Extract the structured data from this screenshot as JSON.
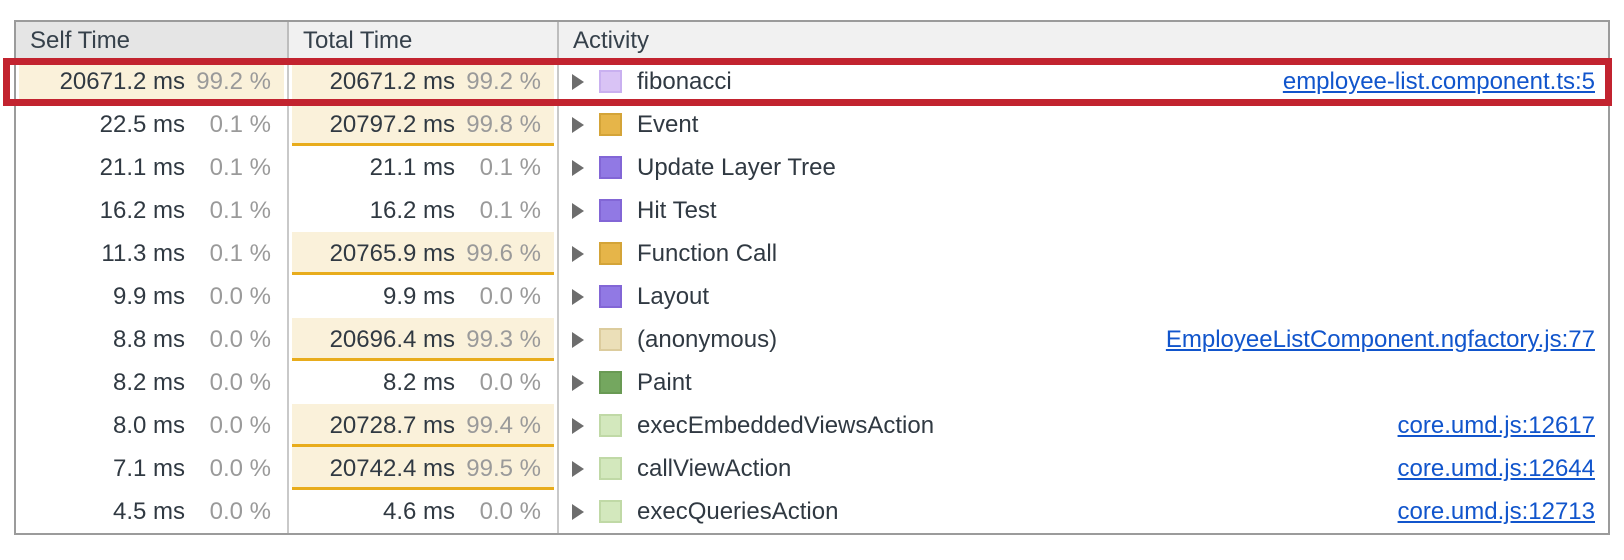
{
  "header": {
    "self_time": "Self Time",
    "total_time": "Total Time",
    "activity": "Activity"
  },
  "colors": {
    "annotation_red": "#c2232f",
    "highlight_bg": "#faf1da",
    "highlight_border": "#e8ac1c",
    "link_blue": "#1155cc",
    "header_bg": "#f1f1f1",
    "sorted_header_bg": "#e5e5e5"
  },
  "rows": [
    {
      "self_time": "20671.2 ms",
      "self_pct": "99.2 %",
      "self_hl": true,
      "total_time": "20671.2 ms",
      "total_pct": "99.2 %",
      "total_hl": true,
      "activity": "fibonacci",
      "link": "employee-list.component.ts:5",
      "icon_bg": "#d9c3f5",
      "icon_border": "#c9b0f0",
      "icon_dotted": true,
      "annotated": true
    },
    {
      "self_time": "22.5 ms",
      "self_pct": "0.1 %",
      "self_hl": false,
      "total_time": "20797.2 ms",
      "total_pct": "99.8 %",
      "total_hl": true,
      "activity": "Event",
      "link": "",
      "icon_bg": "#e6b549",
      "icon_border": "#d4a438",
      "icon_dotted": true,
      "annotated": false
    },
    {
      "self_time": "21.1 ms",
      "self_pct": "0.1 %",
      "self_hl": false,
      "total_time": "21.1 ms",
      "total_pct": "0.1 %",
      "total_hl": false,
      "activity": "Update Layer Tree",
      "link": "",
      "icon_bg": "#9179e4",
      "icon_border": "#8266d6",
      "icon_dotted": false,
      "annotated": false
    },
    {
      "self_time": "16.2 ms",
      "self_pct": "0.1 %",
      "self_hl": false,
      "total_time": "16.2 ms",
      "total_pct": "0.1 %",
      "total_hl": false,
      "activity": "Hit Test",
      "link": "",
      "icon_bg": "#9179e4",
      "icon_border": "#8266d6",
      "icon_dotted": false,
      "annotated": false
    },
    {
      "self_time": "11.3 ms",
      "self_pct": "0.1 %",
      "self_hl": false,
      "total_time": "20765.9 ms",
      "total_pct": "99.6 %",
      "total_hl": true,
      "activity": "Function Call",
      "link": "",
      "icon_bg": "#e6b549",
      "icon_border": "#d4a438",
      "icon_dotted": true,
      "annotated": false
    },
    {
      "self_time": "9.9 ms",
      "self_pct": "0.0 %",
      "self_hl": false,
      "total_time": "9.9 ms",
      "total_pct": "0.0 %",
      "total_hl": false,
      "activity": "Layout",
      "link": "",
      "icon_bg": "#9179e4",
      "icon_border": "#8266d6",
      "icon_dotted": false,
      "annotated": false
    },
    {
      "self_time": "8.8 ms",
      "self_pct": "0.0 %",
      "self_hl": false,
      "total_time": "20696.4 ms",
      "total_pct": "99.3 %",
      "total_hl": true,
      "activity": "(anonymous)",
      "link": "EmployeeListComponent.ngfactory.js:77",
      "icon_bg": "#ebdfb8",
      "icon_border": "#dccc9d",
      "icon_dotted": true,
      "annotated": false
    },
    {
      "self_time": "8.2 ms",
      "self_pct": "0.0 %",
      "self_hl": false,
      "total_time": "8.2 ms",
      "total_pct": "0.0 %",
      "total_hl": false,
      "activity": "Paint",
      "link": "",
      "icon_bg": "#74a75f",
      "icon_border": "#699a54",
      "icon_dotted": false,
      "annotated": false
    },
    {
      "self_time": "8.0 ms",
      "self_pct": "0.0 %",
      "self_hl": false,
      "total_time": "20728.7 ms",
      "total_pct": "99.4 %",
      "total_hl": true,
      "activity": "execEmbeddedViewsAction",
      "link": "core.umd.js:12617",
      "icon_bg": "#d3e8bd",
      "icon_border": "#c0d9a6",
      "icon_dotted": true,
      "annotated": false
    },
    {
      "self_time": "7.1 ms",
      "self_pct": "0.0 %",
      "self_hl": false,
      "total_time": "20742.4 ms",
      "total_pct": "99.5 %",
      "total_hl": true,
      "activity": "callViewAction",
      "link": "core.umd.js:12644",
      "icon_bg": "#d3e8bd",
      "icon_border": "#c0d9a6",
      "icon_dotted": true,
      "annotated": false
    },
    {
      "self_time": "4.5 ms",
      "self_pct": "0.0 %",
      "self_hl": false,
      "total_time": "4.6 ms",
      "total_pct": "0.0 %",
      "total_hl": false,
      "activity": "execQueriesAction",
      "link": "core.umd.js:12713",
      "icon_bg": "#d3e8bd",
      "icon_border": "#c0d9a6",
      "icon_dotted": true,
      "annotated": false
    }
  ]
}
